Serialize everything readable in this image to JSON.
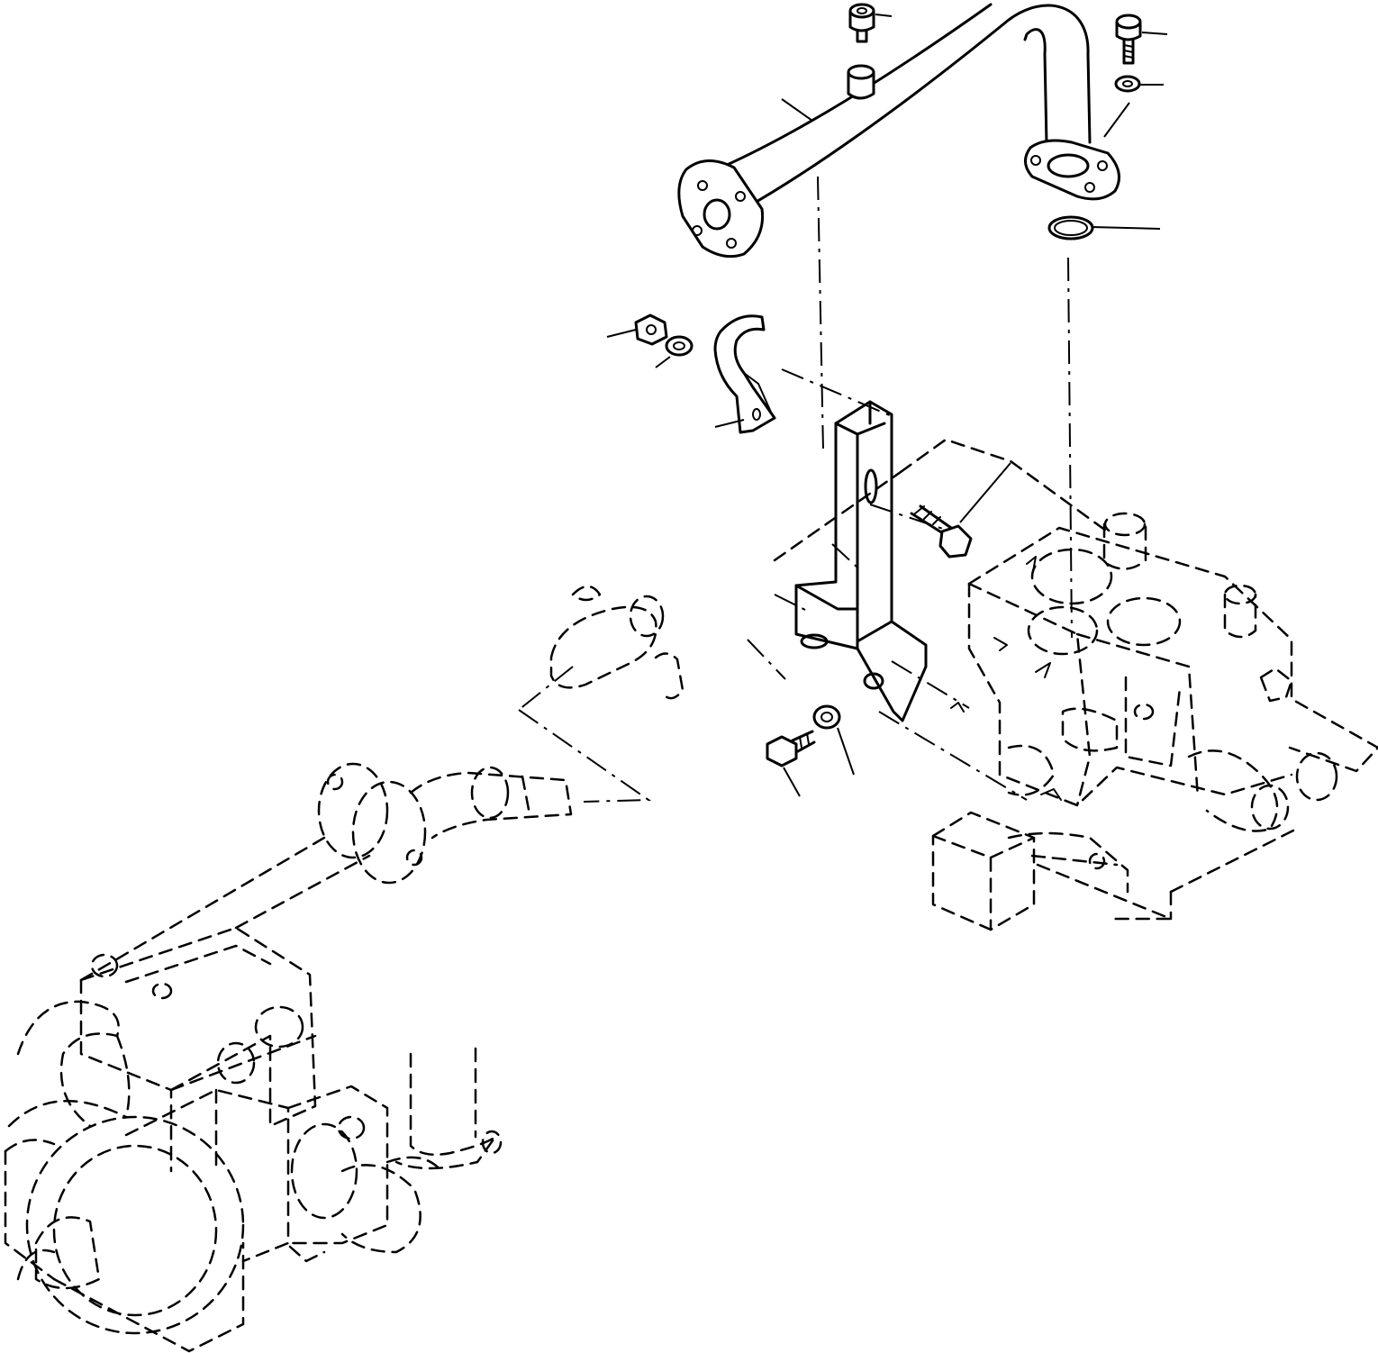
{
  "diagram": {
    "parts": [
      {
        "id": "tube"
      },
      {
        "id": "flange-left"
      },
      {
        "id": "flange-right"
      },
      {
        "id": "o-ring"
      },
      {
        "id": "cap-screw-top-left"
      },
      {
        "id": "cap-screw-top-right"
      },
      {
        "id": "washer-top-right"
      },
      {
        "id": "clamp"
      },
      {
        "id": "nut"
      },
      {
        "id": "washer-clamp"
      },
      {
        "id": "bracket"
      },
      {
        "id": "bolt-upper"
      },
      {
        "id": "bolt-lower"
      },
      {
        "id": "washer-lower"
      },
      {
        "id": "fitting-adapter"
      },
      {
        "id": "control-valve"
      },
      {
        "id": "hydraulic-pump"
      }
    ],
    "callouts": 15,
    "line_style": "black-on-white"
  }
}
